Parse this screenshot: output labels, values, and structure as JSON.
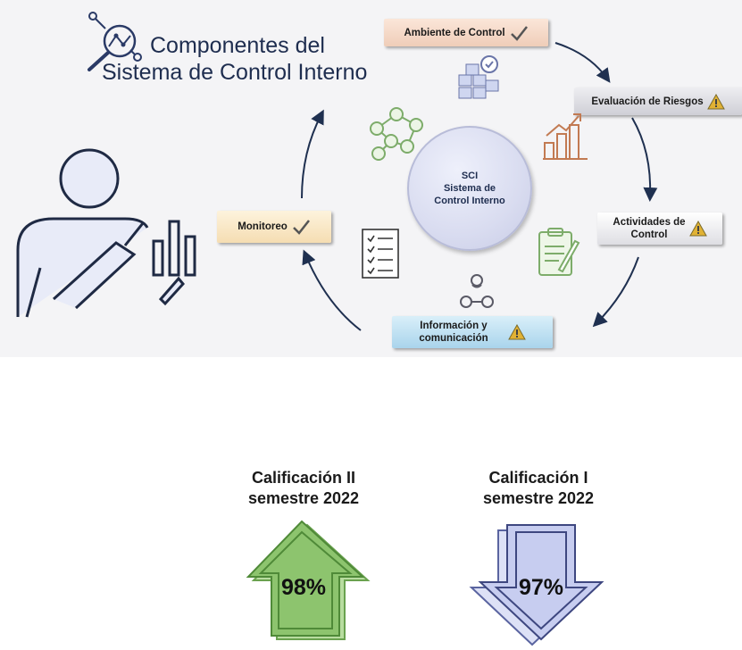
{
  "title": {
    "line1": "Componentes del",
    "line2": "Sistema de Control Interno"
  },
  "center": {
    "line1": "SCI",
    "line2": "Sistema de",
    "line3": "Control Interno"
  },
  "components": {
    "ambiente": "Ambiente de Control",
    "evaluacion": "Evaluación de Riesgos",
    "actividades_line1": "Actividades de",
    "actividades_line2": "Control",
    "informacion_line1": "Información y",
    "informacion_line2": "comunicación",
    "monitoreo": "Monitoreo"
  },
  "scores": [
    {
      "label_line1": "Calificación II",
      "label_line2": "semestre 2022",
      "value": "98%",
      "trend": "up",
      "color": "#8dc46e"
    },
    {
      "label_line1": "Calificación I",
      "label_line2": "semestre 2022",
      "value": "97%",
      "trend": "down",
      "color": "#c7cdf0"
    }
  ],
  "colors": {
    "title": "#1e2d4f",
    "arrow": "#1f3050",
    "ambiente_bg": "#f5d9c7",
    "evaluacion_bg": "#dcdce0",
    "actividades_bg": "#ededee",
    "informacion_bg": "#bfe0f1",
    "monitoreo_bg": "#fbeccb",
    "warning": "#e1b234"
  }
}
